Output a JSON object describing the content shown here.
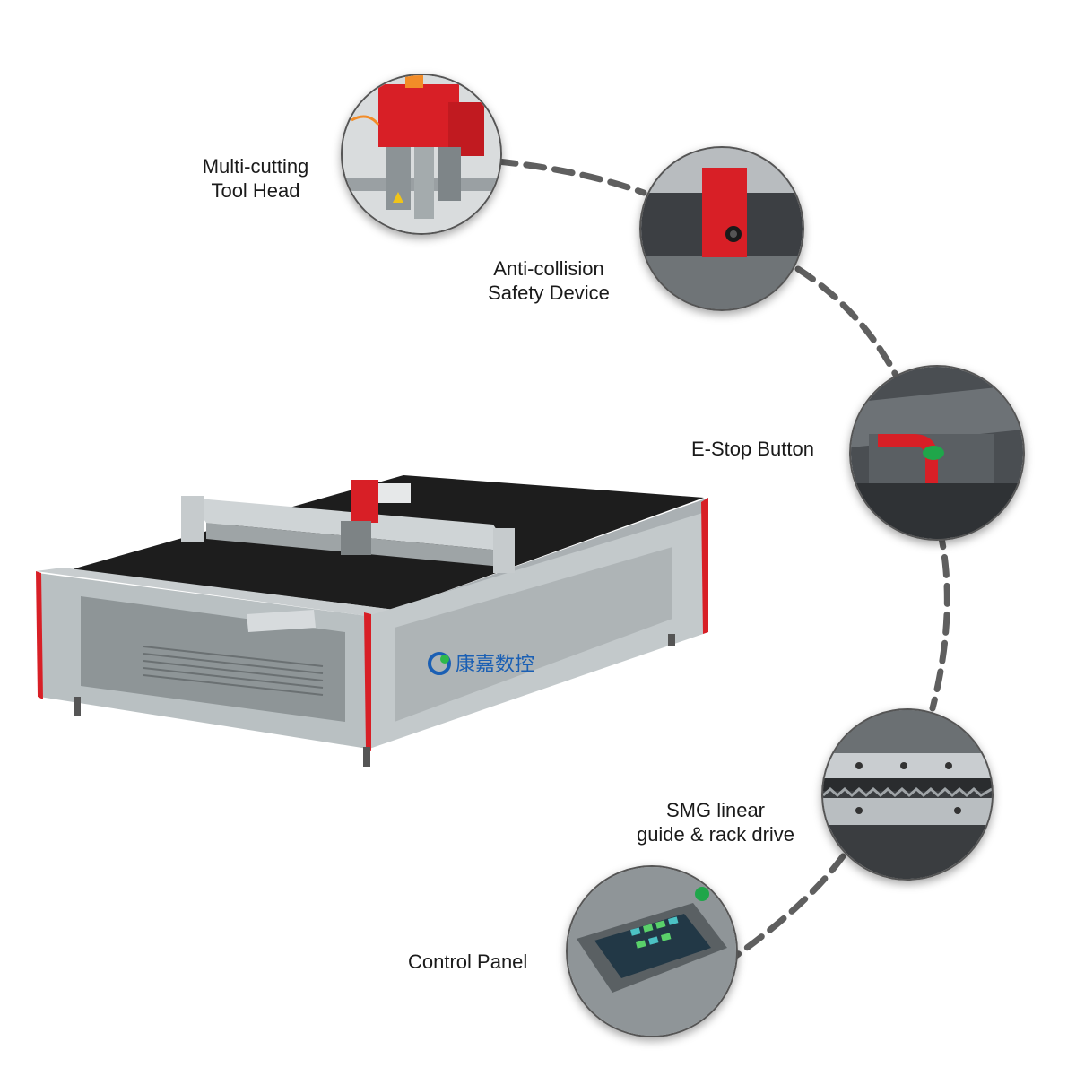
{
  "features": {
    "tool_head": {
      "line1": "Multi-cutting",
      "line2": "Tool Head"
    },
    "anti_collision": {
      "line1": "Anti-collision",
      "line2": "Safety Device"
    },
    "estop": {
      "line1": "E-Stop Button"
    },
    "linear_guide": {
      "line1": "SMG linear",
      "line2": "guide & rack drive"
    },
    "control_panel": {
      "line1": "Control Panel"
    }
  },
  "machine": {
    "brand_text": "康嘉数控"
  },
  "colors": {
    "accent_red": "#d81f26",
    "machine_gray": "#b9c0c2",
    "table_black": "#1d1d1d",
    "dash_gray": "#5f5f5f",
    "estop_green": "#1fa64a",
    "logo_blue": "#1a5fb4"
  }
}
